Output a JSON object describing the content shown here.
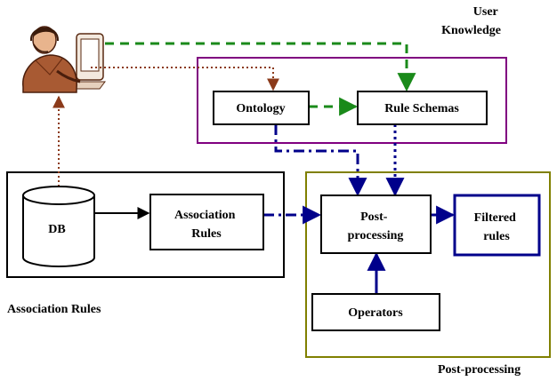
{
  "diagram": {
    "nodes": {
      "db": "DB",
      "association_rules": [
        "Association",
        "Rules"
      ],
      "ontology": "Ontology",
      "rule_schemas": "Rule Schemas",
      "post_processing": [
        "Post-",
        "processing"
      ],
      "filtered_rules": [
        "Filtered",
        "rules"
      ],
      "operators": "Operators",
      "user_figure": "user-at-computer-icon"
    },
    "groups": {
      "user_knowledge": [
        "User",
        "Knowledge"
      ],
      "association_rules": "Association Rules",
      "post_processing": "Post-processing"
    },
    "edges": [
      {
        "from": "db",
        "to": "user_figure",
        "style": "dotted",
        "color": "#8B3A1A"
      },
      {
        "from": "user_figure",
        "to": "ontology",
        "style": "dotted",
        "color": "#8B3A1A"
      },
      {
        "from": "user_figure",
        "to": "rule_schemas",
        "style": "dashed",
        "color": "#1A8A1A"
      },
      {
        "from": "ontology",
        "to": "rule_schemas",
        "style": "dashed",
        "color": "#1A8A1A"
      },
      {
        "from": "db",
        "to": "association_rules",
        "style": "solid",
        "color": "#000000"
      },
      {
        "from": "association_rules",
        "to": "post_processing",
        "style": "dash-dot",
        "color": "#00008B"
      },
      {
        "from": "ontology",
        "to": "post_processing",
        "style": "dash-dot",
        "color": "#00008B"
      },
      {
        "from": "rule_schemas",
        "to": "post_processing",
        "style": "dotted",
        "color": "#00008B"
      },
      {
        "from": "post_processing",
        "to": "filtered_rules",
        "style": "solid",
        "color": "#00008B"
      },
      {
        "from": "operators",
        "to": "post_processing",
        "style": "solid",
        "color": "#00008B"
      }
    ],
    "colors": {
      "user_knowledge_frame": "#800080",
      "post_processing_frame": "#808000",
      "association_frame": "#000000",
      "blue": "#00008B",
      "green": "#1A8A1A",
      "brown": "#8B3A1A"
    }
  }
}
